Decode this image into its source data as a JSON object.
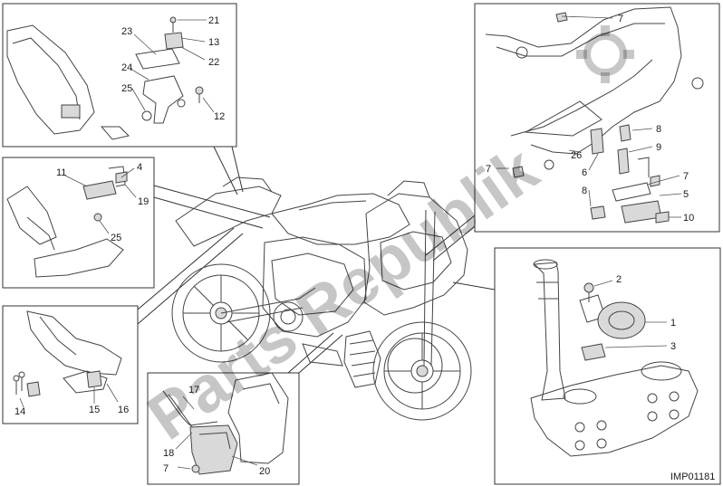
{
  "diagram": {
    "image_code": "IMP01181",
    "watermark": "Parts Republik",
    "colors": {
      "line": "#333333",
      "fill": "#d9d9d9",
      "watermark": "#000000"
    }
  },
  "callouts": {
    "c1": "1",
    "c2": "2",
    "c3": "3",
    "c4": "4",
    "c5": "5",
    "c6": "6",
    "c7a": "7",
    "c7b": "7",
    "c7c": "7",
    "c7d": "7",
    "c8a": "8",
    "c8b": "8",
    "c9": "9",
    "c10": "10",
    "c11": "11",
    "c12": "12",
    "c13": "13",
    "c14": "14",
    "c15": "15",
    "c16": "16",
    "c17": "17",
    "c18": "18",
    "c19": "19",
    "c20": "20",
    "c21": "21",
    "c22": "22",
    "c23": "23",
    "c24": "24",
    "c25a": "25",
    "c25b": "25",
    "c26": "26"
  }
}
